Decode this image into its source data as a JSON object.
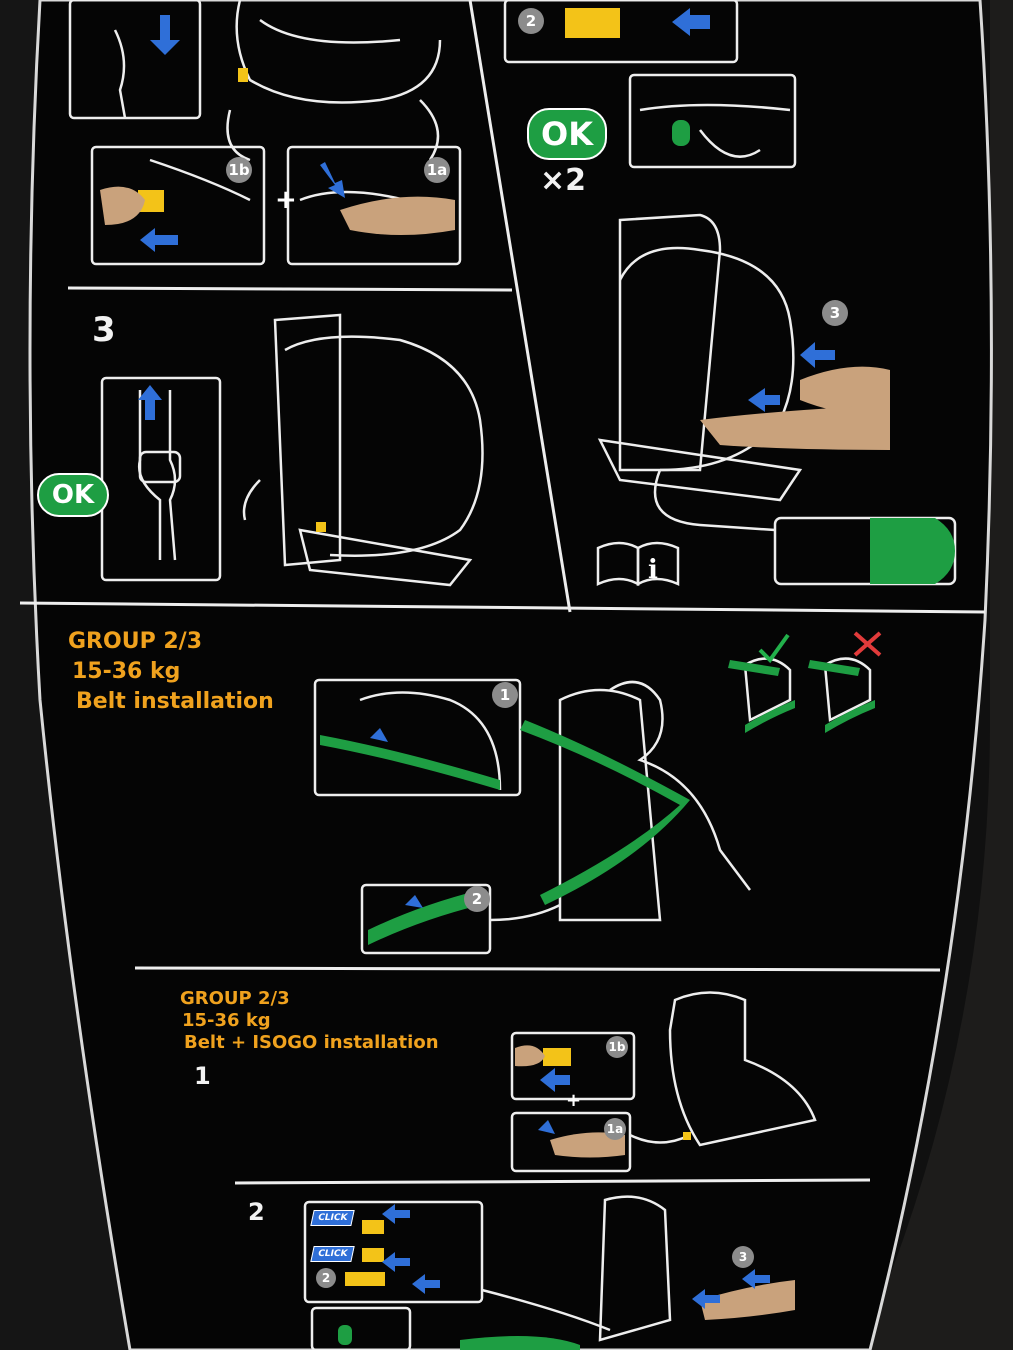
{
  "steps": {
    "step_3_number": "3",
    "ok_label": "OK",
    "ok_label_2": "OK",
    "times_label": "×2",
    "badge_1b": "1b",
    "badge_1a": "1a",
    "badge_2": "2",
    "badge_3": "3"
  },
  "section_belt": {
    "title": "GROUP 2/3",
    "weight": "15-36 kg",
    "subtitle": "Belt installation",
    "badge_1": "1",
    "badge_2": "2"
  },
  "section_isogo": {
    "title": "GROUP 2/3",
    "weight": "15-36 kg",
    "subtitle": "Belt + ISOGO installation",
    "step_1_number": "1",
    "step_2_number": "2",
    "badge_1b": "1b",
    "badge_1a": "1a",
    "badge_2": "2",
    "badge_3": "3",
    "click_1": "CLICK",
    "click_2": "CLICK"
  },
  "colors": {
    "background": "#0b0b0b",
    "line": "#f2f2f2",
    "belt_green": "#1e9e43",
    "arrow_blue": "#2f6fd8",
    "text_orange": "#f0a21e",
    "latch_yellow": "#f3c318",
    "skin": "#c9a27c"
  },
  "icons": {
    "manual": "open-book-info-icon",
    "correct": "check-icon",
    "wrong": "cross-icon"
  }
}
